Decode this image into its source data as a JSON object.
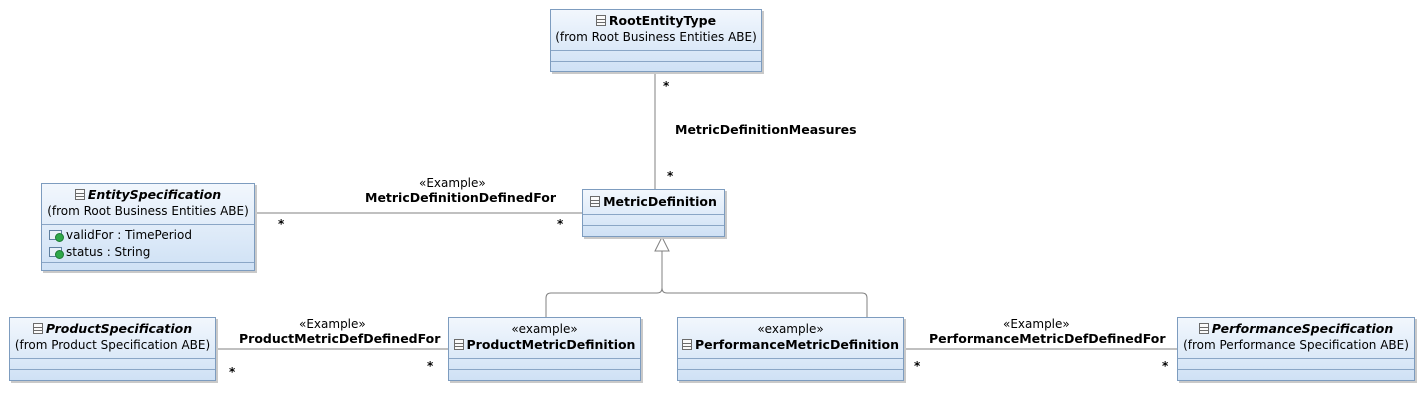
{
  "classes": {
    "root_entity_type": {
      "name": "RootEntityType",
      "from": "(from Root Business Entities ABE)"
    },
    "entity_specification": {
      "name": "EntitySpecification",
      "from": "(from Root Business Entities ABE)",
      "attributes": [
        "validFor : TimePeriod",
        "status : String"
      ]
    },
    "metric_definition": {
      "name": "MetricDefinition"
    },
    "product_specification": {
      "name": "ProductSpecification",
      "from": "(from Product Specification ABE)"
    },
    "product_metric_definition": {
      "stereotype": "«example»",
      "name": "ProductMetricDefinition"
    },
    "performance_metric_definition": {
      "stereotype": "«example»",
      "name": "PerformanceMetricDefinition"
    },
    "performance_specification": {
      "name": "PerformanceSpecification",
      "from": "(from Performance Specification ABE)"
    }
  },
  "associations": {
    "metric_definition_measures": {
      "name": "MetricDefinitionMeasures",
      "mult_root": "*",
      "mult_metric": "*"
    },
    "metric_definition_defined_for": {
      "stereotype": "«Example»",
      "name": "MetricDefinitionDefinedFor",
      "mult_entity": "*",
      "mult_metric": "*"
    },
    "product_metric_def_defined_for": {
      "stereotype": "«Example»",
      "name": "ProductMetricDefDefinedFor",
      "mult_spec": "*",
      "mult_def": "*"
    },
    "performance_metric_def_defined_for": {
      "stereotype": "«Example»",
      "name": "PerformanceMetricDefDefinedFor",
      "mult_def": "*",
      "mult_spec": "*"
    }
  },
  "colors": {
    "class_border": "#7d9cbf",
    "class_fill_top": "#f2f7fd",
    "class_fill_bottom": "#cfe1f5",
    "line": "#808080"
  }
}
